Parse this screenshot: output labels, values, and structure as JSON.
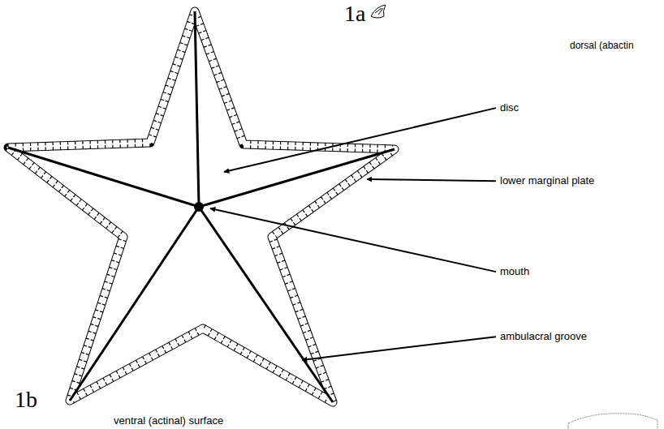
{
  "diagram": {
    "labels": [
      "1a",
      "dorsal (abactin",
      "disc",
      "lower marginal plate",
      "mouth",
      "ambulacral groove",
      "1b",
      "ventral (actinal) surface"
    ]
  }
}
